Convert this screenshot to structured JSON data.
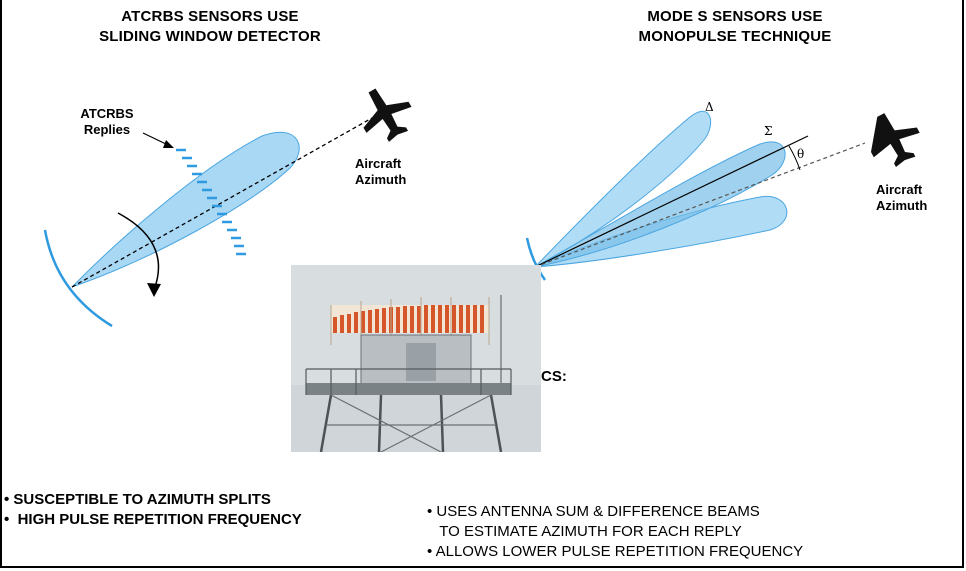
{
  "left": {
    "title_line1": "ATCRBS SENSORS USE",
    "title_line2": "SLIDING WINDOW DETECTOR",
    "replies_line1": "ATCRBS",
    "replies_line2": "Replies",
    "aircraft_line1": "Aircraft",
    "aircraft_line2": "Azimuth",
    "bullets": [
      "• SUSCEPTIBLE TO AZIMUTH SPLITS",
      "•  HIGH PULSE REPETITION FREQUENCY"
    ]
  },
  "right": {
    "title_line1": "MODE S SENSORS USE",
    "title_line2": "MONOPULSE TECHNIQUE",
    "delta_symbol": "Δ",
    "sigma_symbol": "Σ",
    "theta_symbol": "θ",
    "aircraft_line1": "Aircraft",
    "aircraft_line2": "Azimuth",
    "bullets": [
      "• USES ANTENNA SUM & DIFFERENCE BEAMS",
      "   TO ESTIMATE AZIMUTH FOR EACH REPLY",
      "• ALLOWS LOWER PULSE REPETITION FREQUENCY"
    ]
  },
  "partial_text": "CS:",
  "icons": [
    "aircraft-icon",
    "radar-antenna-photo"
  ],
  "colors": {
    "beam_fill": "#a9d8f5",
    "beam_stroke": "#4aa6e0",
    "beam_dark": "#78bde8",
    "arc": "#2f9ae0"
  }
}
